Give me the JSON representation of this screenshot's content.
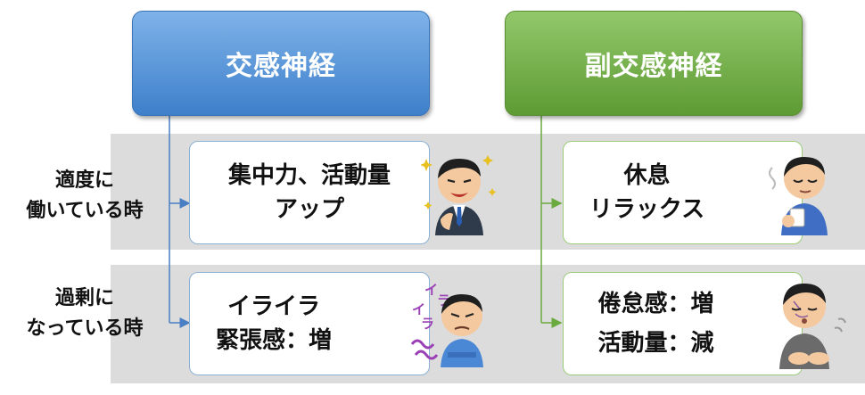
{
  "headers": {
    "sympathetic": "交感神経",
    "parasympathetic": "副交感神経"
  },
  "rows": {
    "moderate": [
      "適度に",
      "働いている時"
    ],
    "excessive": [
      "過剰に",
      "なっている時"
    ]
  },
  "cells": {
    "sympathetic_moderate": [
      "集中力、活動量",
      "アップ"
    ],
    "parasympathetic_moderate": [
      "休息",
      "リラックス"
    ],
    "sympathetic_excessive": [
      "イライラ",
      "緊張感：増"
    ],
    "parasympathetic_excessive": [
      "倦怠感：増",
      "活動量：減"
    ]
  },
  "illustration_text": {
    "irritated": [
      "イ",
      "ラ",
      "イ",
      "ラ"
    ]
  },
  "colors": {
    "blue": "#4a8ad4",
    "green": "#6aaa3e",
    "band": "#dcdcdc"
  }
}
